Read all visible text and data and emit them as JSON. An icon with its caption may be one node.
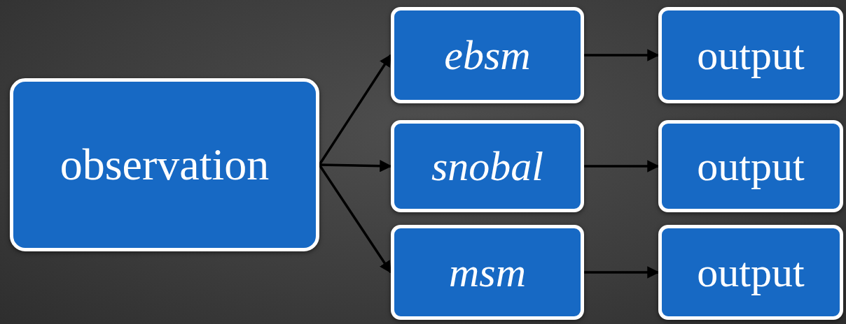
{
  "diagram": {
    "nodes": [
      {
        "text": [
          "observation"
        ]
      },
      {
        "text": [
          "ebsm"
        ]
      },
      {
        "text": [
          "output"
        ]
      },
      {
        "text": [
          "snobal"
        ]
      },
      {
        "text": [
          "output"
        ]
      },
      {
        "text": [
          "msm"
        ]
      },
      {
        "text": [
          "output"
        ]
      }
    ],
    "edges": [
      {
        "from": 0,
        "to": 1,
        "arrow": "to"
      },
      {
        "from": 0,
        "to": 3,
        "arrow": "to"
      },
      {
        "from": 0,
        "to": 5,
        "arrow": "to"
      },
      {
        "from": 1,
        "to": 2,
        "arrow": "to"
      },
      {
        "from": 3,
        "to": 4,
        "arrow": "to"
      },
      {
        "from": 5,
        "to": 6,
        "arrow": "to"
      }
    ]
  }
}
